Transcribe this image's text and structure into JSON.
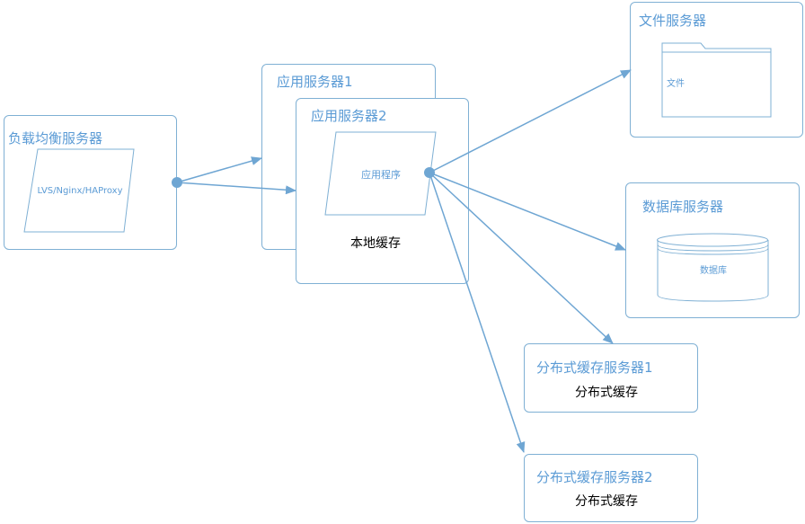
{
  "nodes": {
    "load_balancer": {
      "title": "负载均衡服务器",
      "inner_label": "LVS/Nginx/HAProxy"
    },
    "app_server_1": {
      "title": "应用服务器1"
    },
    "app_server_2": {
      "title": "应用服务器2",
      "inner_label": "应用程序",
      "local_cache": "本地缓存"
    },
    "file_server": {
      "title": "文件服务器",
      "inner_label": "文件"
    },
    "db_server": {
      "title": "数据库服务器",
      "inner_label": "数据库"
    },
    "cache_server_1": {
      "title": "分布式缓存服务器1",
      "inner_label": "分布式缓存"
    },
    "cache_server_2": {
      "title": "分布式缓存服务器2",
      "inner_label": "分布式缓存"
    }
  },
  "colors": {
    "stroke": "#7fb0d4",
    "text": "#5b9bd5",
    "arrow": "#6fa6d3"
  }
}
